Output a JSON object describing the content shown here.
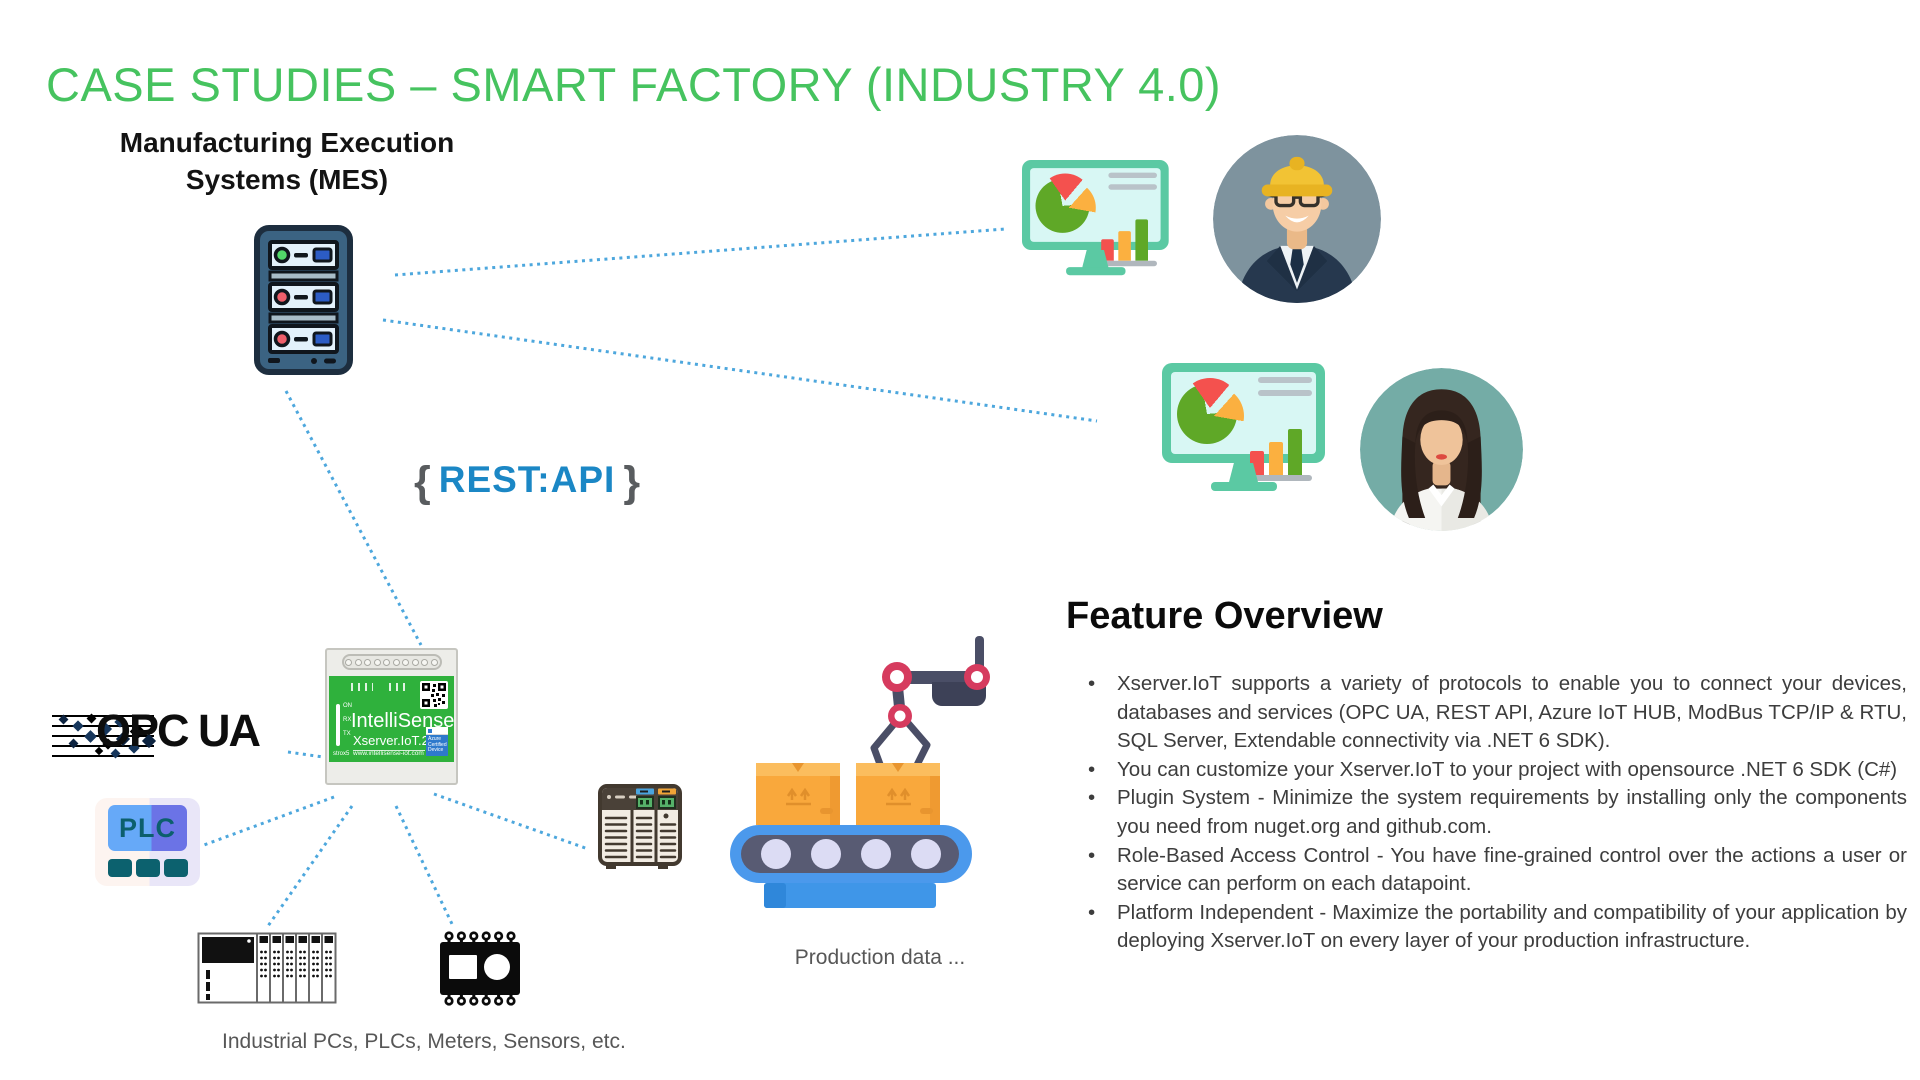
{
  "slide": {
    "title": "CASE STUDIES – SMART FACTORY (INDUSTRY 4.0)"
  },
  "mes": {
    "line1": "Manufacturing Execution",
    "line2": "Systems (MES)"
  },
  "rest_api": {
    "open": "{",
    "label": "REST:API",
    "close": "}"
  },
  "device": {
    "brand": "IntelliSense",
    "model": "Xserver.IoT.200",
    "url": "www.intellisense-iot.com",
    "side_text": "strox5",
    "azure_badge": "Azure Certified Device",
    "leds": [
      "ON",
      "RX",
      "TX"
    ]
  },
  "labels": {
    "opc_ua": "OPC UA",
    "plc": "PLC",
    "production": "Production data ...",
    "devices_caption": "Industrial PCs, PLCs, Meters, Sensors, etc."
  },
  "feature_overview": {
    "heading": "Feature Overview",
    "bullets": [
      "Xserver.IoT supports a variety of protocols to enable you to connect your devices, databases and services (OPC UA, REST API, Azure IoT HUB, ModBus TCP/IP & RTU, SQL Server, Extendable connectivity via .NET 6 SDK).",
      "You can customize your Xserver.IoT to your project with opensource .NET 6 SDK (C#)",
      "Plugin System - Minimize the system requirements by installing only the components you need from nuget.org and github.com.",
      "Role-Based Access Control - You have fine-grained control over the actions a user or service can perform on each datapoint.",
      "Platform Independent - Maximize the portability and compatibility of your application by deploying Xserver.IoT on every layer of your production infrastructure."
    ]
  },
  "colors": {
    "title_green": "#46c35f",
    "rest_api_blue": "#1b87c5",
    "brace_gray": "#595c5f",
    "connector_blue": "#4da7dd",
    "device_label_green": "#2fb13c",
    "monitor_frame_teal": "#5bc9a3",
    "azure_badge_blue": "#2e79cc"
  },
  "icons": [
    "mes-server-icon",
    "dashboard-monitor-icon",
    "engineer-avatar-icon",
    "analyst-avatar-icon",
    "xserver-iot-device",
    "qr-code-icon",
    "opc-ua-logo",
    "plc-icon",
    "industrial-controller-icon",
    "robot-arm-conveyor-icon",
    "plc-rack-icon",
    "power-meter-icon"
  ]
}
